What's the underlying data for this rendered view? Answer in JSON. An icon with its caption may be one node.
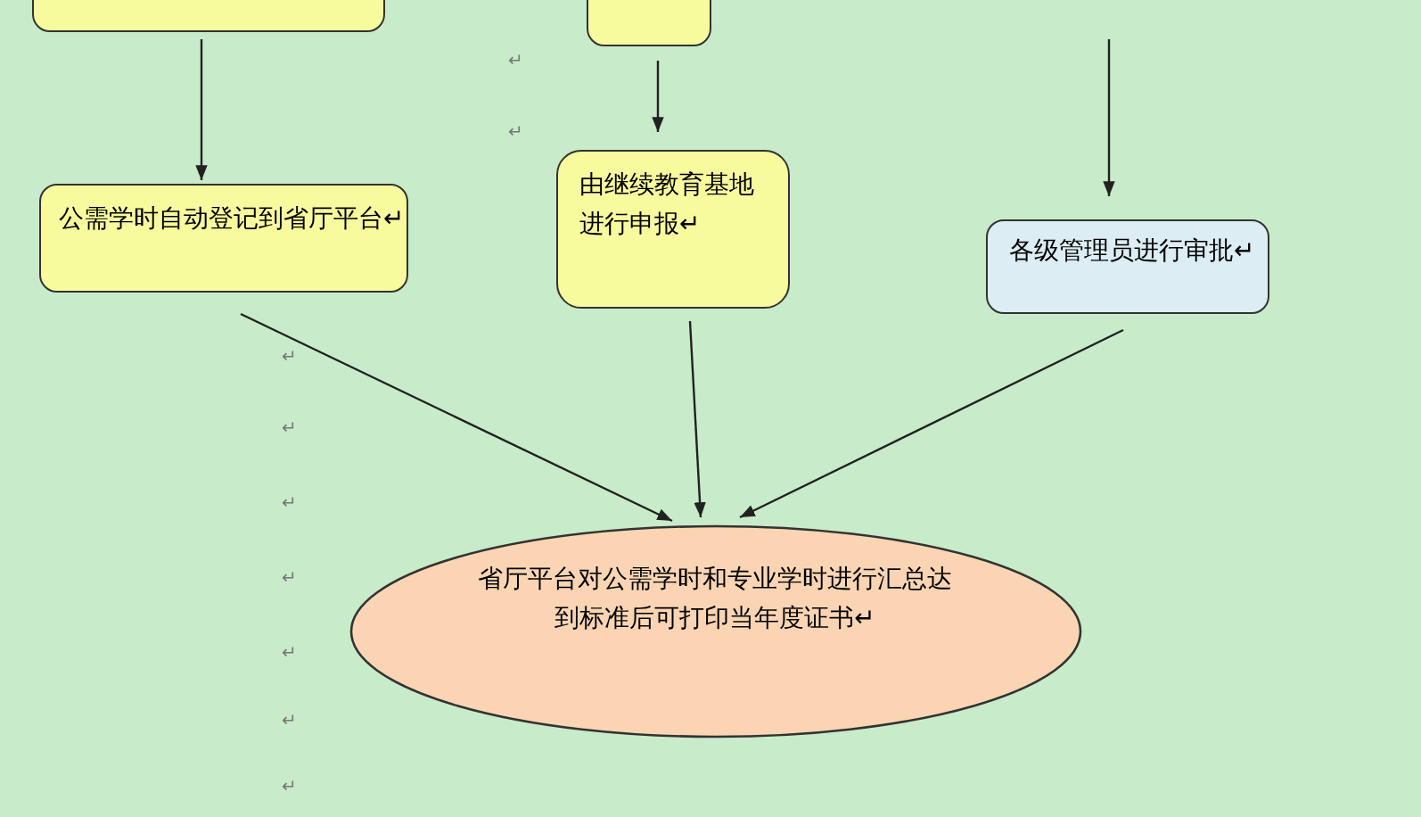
{
  "diagram": {
    "nodes": [
      {
        "text": [],
        "shape": "box"
      },
      {
        "text": [],
        "shape": "box"
      },
      {
        "text": [
          "公需学时自动登记到省厅平台↵"
        ]
      },
      {
        "text": [
          "由继续教育基地进行申报↵"
        ]
      },
      {
        "text": [
          "各级管理员进行审批↵"
        ]
      },
      {
        "text": [
          "省厅平台对公需学时和专业学时进行汇总达到标准后可打印当年度证书↵"
        ]
      }
    ],
    "edges": [
      {
        "from": 0,
        "to": 2,
        "arrow": "to"
      },
      {
        "from": 1,
        "to": 3,
        "arrow": "to"
      },
      {
        "from": null,
        "to": 4,
        "arrow": "to"
      },
      {
        "from": 2,
        "to": 5,
        "arrow": "to"
      },
      {
        "from": 3,
        "to": 5,
        "arrow": "to"
      },
      {
        "from": 4,
        "to": 5,
        "arrow": "to"
      }
    ],
    "labels": [
      "↵",
      "↵",
      "↵",
      "↵",
      "↵",
      "↵",
      "↵",
      "↵",
      "↵"
    ]
  }
}
